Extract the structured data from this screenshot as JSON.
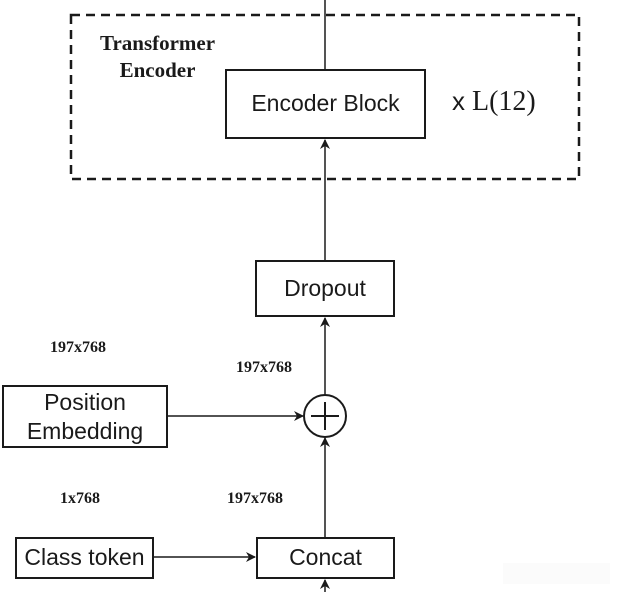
{
  "diagram": {
    "type": "architecture-flow",
    "container": {
      "title_line1": "Transformer",
      "title_line2": "Encoder",
      "repeat_prefix": "x",
      "repeat_label": "L(12)",
      "border_style": "dashed"
    },
    "nodes": {
      "encoder_block": "Encoder Block",
      "dropout": "Dropout",
      "position_embedding_line1": "Position",
      "position_embedding_line2": "Embedding",
      "class_token": "Class token",
      "concat": "Concat",
      "add": "+"
    },
    "dimensions": {
      "position_embedding": "197x768",
      "add_input": "197x768",
      "class_token": "1x768",
      "concat_output": "197x768"
    },
    "edges": [
      {
        "from": "input",
        "to": "concat"
      },
      {
        "from": "class_token",
        "to": "concat"
      },
      {
        "from": "concat",
        "to": "add"
      },
      {
        "from": "position_embedding",
        "to": "add"
      },
      {
        "from": "add",
        "to": "dropout"
      },
      {
        "from": "dropout",
        "to": "encoder_block"
      },
      {
        "from": "encoder_block",
        "to": "output"
      }
    ],
    "colors": {
      "stroke": "#1a1a1a",
      "background": "#ffffff"
    }
  }
}
